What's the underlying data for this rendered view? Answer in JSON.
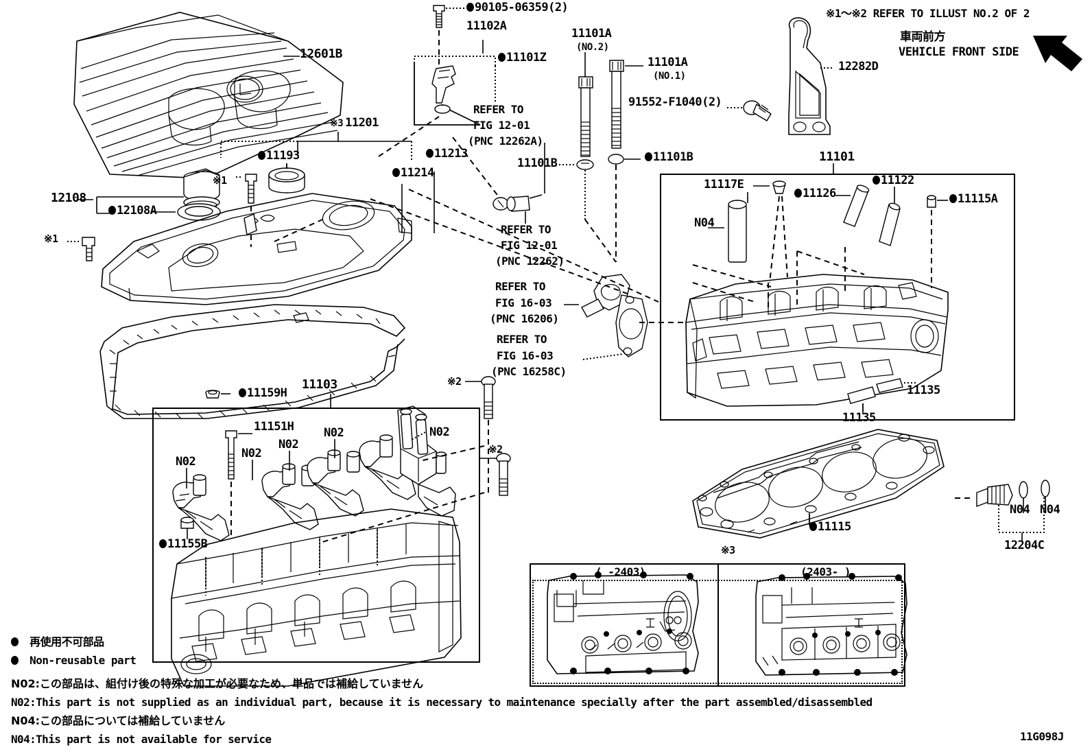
{
  "diagram": {
    "code": "11G098J",
    "vehicle_front_jp": "車両前方",
    "vehicle_front_en": "VEHICLE FRONT SIDE",
    "illust_note": "※1～※2  REFER TO ILLUST NO.2 OF 2",
    "mark3": "※3",
    "mark3b": "※3",
    "mark1a": "※1",
    "mark1b": "※1",
    "mark2a": "※2",
    "mark2b": "※2"
  },
  "labels": {
    "p12601b": "12601B",
    "p90105": "90105-06359(2)",
    "p11102a": "11102A",
    "p11101z": "11101Z",
    "p11201": "11201",
    "p11201_mark": "※3",
    "p11193": "11193",
    "p11213": "11213",
    "p11214": "11214",
    "p12108": "12108",
    "p12108a": "12108A",
    "p11101a_no2_l1": "11101A",
    "p11101a_no2_l2": "(NO.2)",
    "p11101a_no1_l1": "11101A",
    "p11101a_no1_l2": "(NO.1)",
    "p91552": "91552-F1040(2)",
    "p11101b_left": "11101B",
    "p11101b_right": "11101B",
    "p12282d": "12282D",
    "p11101": "11101",
    "p11117e": "11117E",
    "p11126": "11126",
    "p11122": "11122",
    "p11115a": "11115A",
    "n04_head": "N04",
    "p11135_a": "11135",
    "p11135_b": "11135",
    "p11115": "11115",
    "n04_left": "N04",
    "n04_right": "N04",
    "p12204c": "12204C",
    "p11159h": "11159H",
    "p11103": "11103",
    "p11151h": "11151H",
    "p11155b": "11155B",
    "n02_1": "N02",
    "n02_2": "N02",
    "n02_3": "N02",
    "n02_4": "N02",
    "n02_5": "N02"
  },
  "refer_blocks": [
    {
      "id": "ref_12262a",
      "line1": "REFER TO",
      "line2": "FIG 12-01",
      "line3": "(PNC 12262A)"
    },
    {
      "id": "ref_12262",
      "line1": "REFER TO",
      "line2": "FIG 12-01",
      "line3": "(PNC 12262)"
    },
    {
      "id": "ref_16206",
      "line1": "REFER TO",
      "line2": "FIG 16-03",
      "line3": "(PNC 16206)"
    },
    {
      "id": "ref_16258c",
      "line1": "REFER TO",
      "line2": "FIG 16-03",
      "line3": "(PNC 16258C)"
    }
  ],
  "inset": {
    "left_range": "(     -2403)",
    "right_range": "(2403-      )"
  },
  "legend": {
    "nonreuse_jp": "再使用不可部品",
    "nonreuse_en": "Non-reusable part",
    "n02_jp": "N02:この部品は、組付け後の特殊な加工が必要なため、単品では補給していません",
    "n02_en": "N02:This part is not supplied as an individual part, because it is necessary to maintenance specially after the part assembled/disassembled",
    "n04_jp": "N04:この部品については補給していません",
    "n04_en": "N04:This part is not available for service"
  },
  "colors": {
    "ink": "#000000",
    "paper": "#ffffff"
  }
}
